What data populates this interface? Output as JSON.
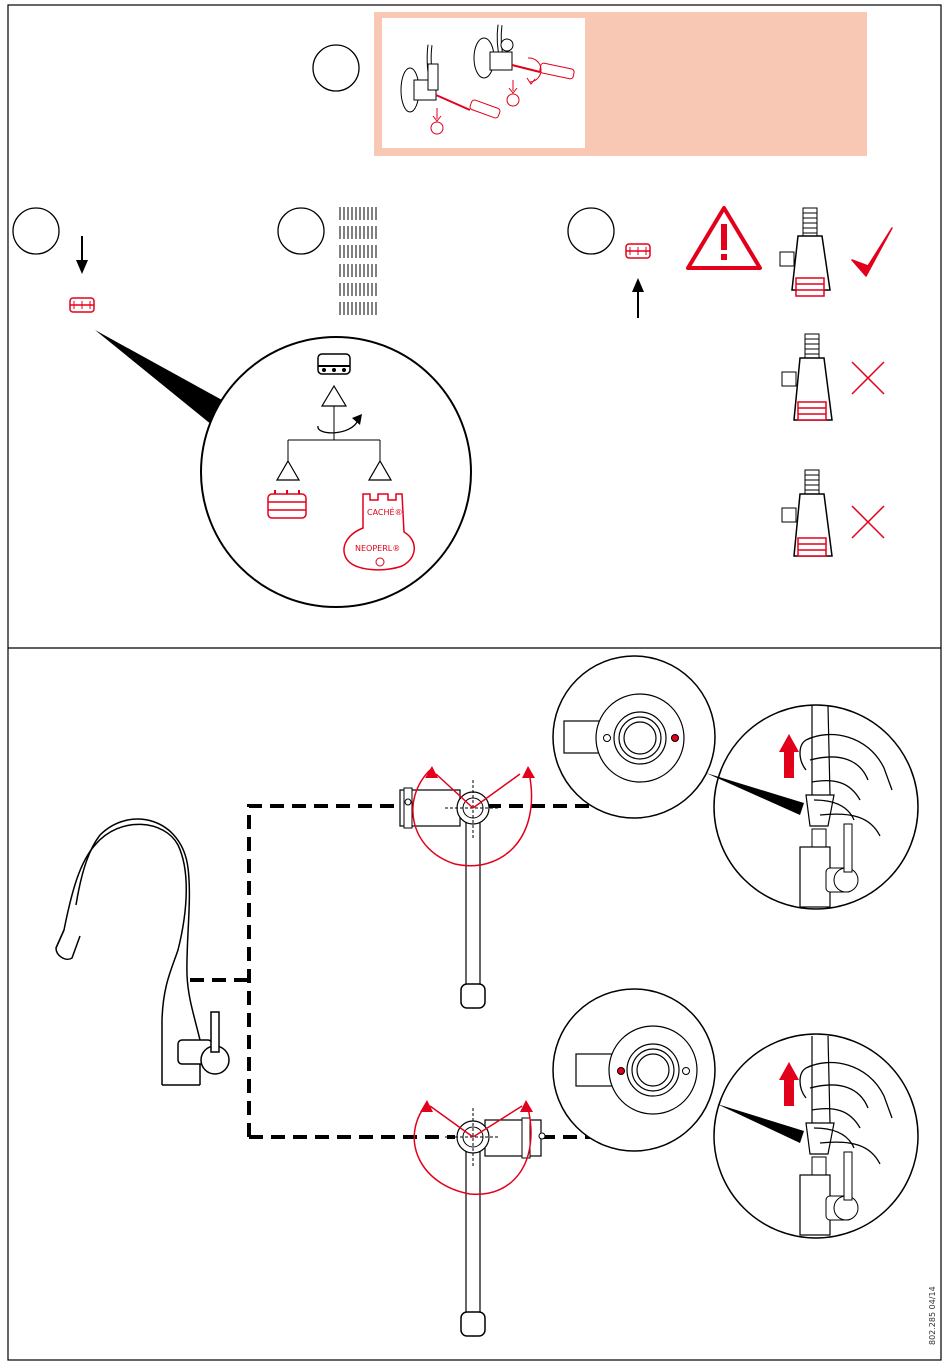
{
  "document": {
    "doc_number": "802.285 04/14"
  },
  "colors": {
    "accent": "#e3001b",
    "warning_panel": "#f9c8b5",
    "line": "#000000"
  },
  "aerator_tool": {
    "brand_top": "CACHÉ®",
    "brand_bottom": "NEOPERL®"
  },
  "icons": {
    "warning": "warning-triangle-icon",
    "correct": "check-mark-icon",
    "incorrect": "cross-icon"
  }
}
